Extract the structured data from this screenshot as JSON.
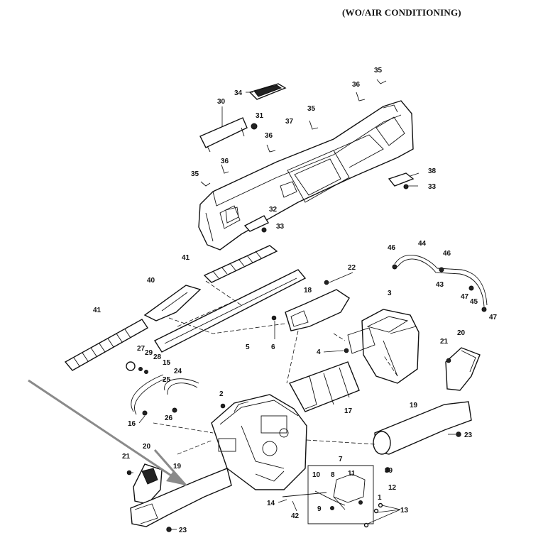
{
  "heading": "(WO/AIR CONDITIONING)",
  "colors": {
    "line": "#111111",
    "background": "#ffffff",
    "annotation_arrow": "#8a8a8a"
  },
  "callouts": {
    "n35a": "35",
    "n36a": "36",
    "n34": "34",
    "n30": "30",
    "n31": "31",
    "n35b": "35",
    "n37": "37",
    "n36b": "36",
    "n36c": "36",
    "n35c": "35",
    "n38": "38",
    "n33a": "33",
    "n32": "32",
    "n33b": "33",
    "n46a": "46",
    "n44": "44",
    "n46b": "46",
    "n43": "43",
    "n45": "45",
    "n47a": "47",
    "n47b": "47",
    "n41a": "41",
    "n22": "22",
    "n40": "40",
    "n18": "18",
    "n3": "3",
    "n41b": "41",
    "n5": "5",
    "n6": "6",
    "n4": "4",
    "n20a": "20",
    "n21a": "21",
    "n27": "27",
    "n29": "29",
    "n28": "28",
    "n15": "15",
    "n24": "24",
    "n25": "25",
    "n2": "2",
    "n17": "17",
    "n19a": "19",
    "n16": "16",
    "n26": "26",
    "n23a": "23",
    "n7": "7",
    "n21b": "21",
    "n20b": "20",
    "n19b": "19",
    "n39": "39",
    "n10": "10",
    "n8": "8",
    "n11": "11",
    "n12": "12",
    "n1": "1",
    "n14": "14",
    "n9": "9",
    "n13": "13",
    "n42": "42",
    "n23b": "23"
  }
}
